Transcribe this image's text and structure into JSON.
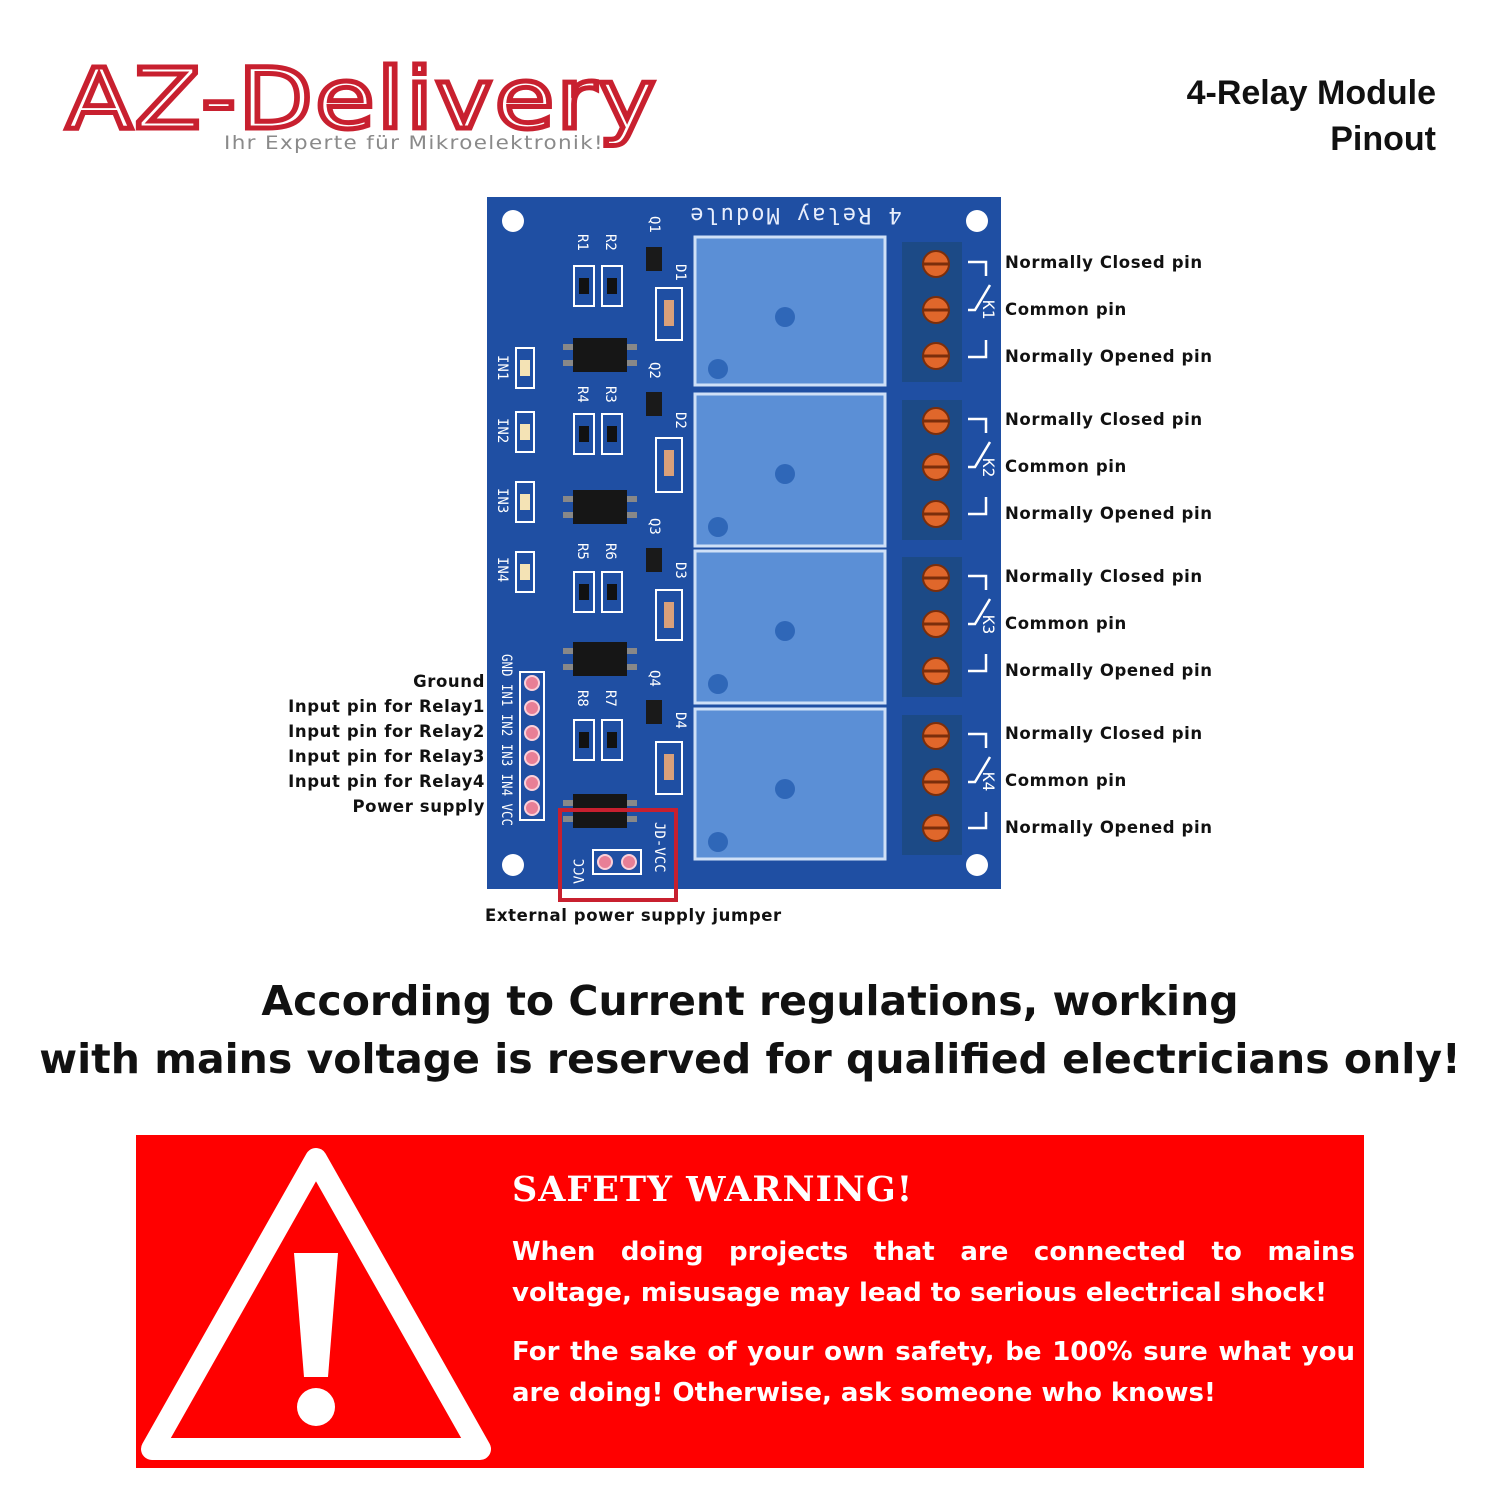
{
  "brand": {
    "logo_text": "AZ-Delivery",
    "tagline": "Ihr Experte für Mikroelektronik!",
    "color": "#c8202f"
  },
  "header": {
    "title_line1": "4-Relay Module",
    "title_line2": "Pinout"
  },
  "board": {
    "silkscreen_title": "4 Relay Module",
    "color": "#1f4fa3",
    "relay_color": "#5b8fd6",
    "terminal_color": "#1c4a86",
    "screw_color": "#e0672b",
    "relays": [
      "K1",
      "K2",
      "K3",
      "K4"
    ],
    "transistors": [
      "Q1",
      "Q2",
      "Q3",
      "Q4"
    ],
    "diodes": [
      "D1",
      "D2",
      "D3",
      "D4"
    ],
    "resistors": [
      "R1",
      "R2",
      "R4",
      "R3",
      "R5",
      "R6",
      "R8",
      "R7"
    ],
    "leds": [
      "IN1",
      "IN2",
      "IN3",
      "IN4"
    ],
    "header_silk": "GND IN1 IN2 IN3 IN4 VCC",
    "jumper_vcc": "VCC",
    "jumper_jdvcc": "JD-VCC"
  },
  "relay_pins": [
    {
      "nc": "Normally Closed pin",
      "com": "Common pin",
      "no": "Normally Opened pin"
    },
    {
      "nc": "Normally Closed pin",
      "com": "Common pin",
      "no": "Normally Opened pin"
    },
    {
      "nc": "Normally Closed pin",
      "com": "Common pin",
      "no": "Normally Opened pin"
    },
    {
      "nc": "Normally Closed pin",
      "com": "Common pin",
      "no": "Normally Opened pin"
    }
  ],
  "header_pins": [
    "Ground",
    "Input pin for Relay1",
    "Input pin for Relay2",
    "Input pin for Relay3",
    "Input pin for Relay4",
    "Power supply"
  ],
  "jumper_label": "External power supply jumper",
  "regulation": {
    "line1": "According to Current regulations, working",
    "line2": "with mains voltage is reserved for qualified electricians only!"
  },
  "warning": {
    "title": "SAFETY WARNING!",
    "text1": "When doing projects that are connected to mains voltage, misusage may lead to serious electrical shock!",
    "text2": "For the sake of your own safety, be 100% sure what you are doing! Otherwise, ask someone who knows!",
    "color": "#ff0000"
  }
}
